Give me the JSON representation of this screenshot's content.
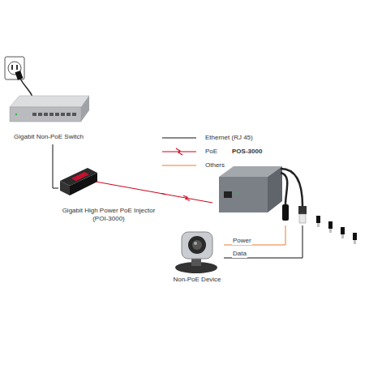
{
  "diagram": {
    "nodes": [
      {
        "text": [
          "Gigabit Non-PoE Switch"
        ]
      },
      {
        "text": [
          "Gigabit High Power PoE Injector (POI-3000)"
        ]
      },
      {
        "text": [
          "POS-3000"
        ]
      },
      {
        "text": [
          "Non-PoE Device"
        ]
      }
    ],
    "edges": [
      {
        "from": 0,
        "to": 1,
        "arrow": "none"
      },
      {
        "from": 1,
        "to": 2,
        "arrow": "none"
      },
      {
        "from": 2,
        "to": 3,
        "label": "Power",
        "arrow": "none"
      },
      {
        "from": 2,
        "to": 3,
        "label": "Data",
        "arrow": "none"
      }
    ],
    "legend": [
      {
        "text": "Ethernet (RJ 45)"
      },
      {
        "text": "PoE"
      },
      {
        "text": "Others"
      }
    ]
  }
}
